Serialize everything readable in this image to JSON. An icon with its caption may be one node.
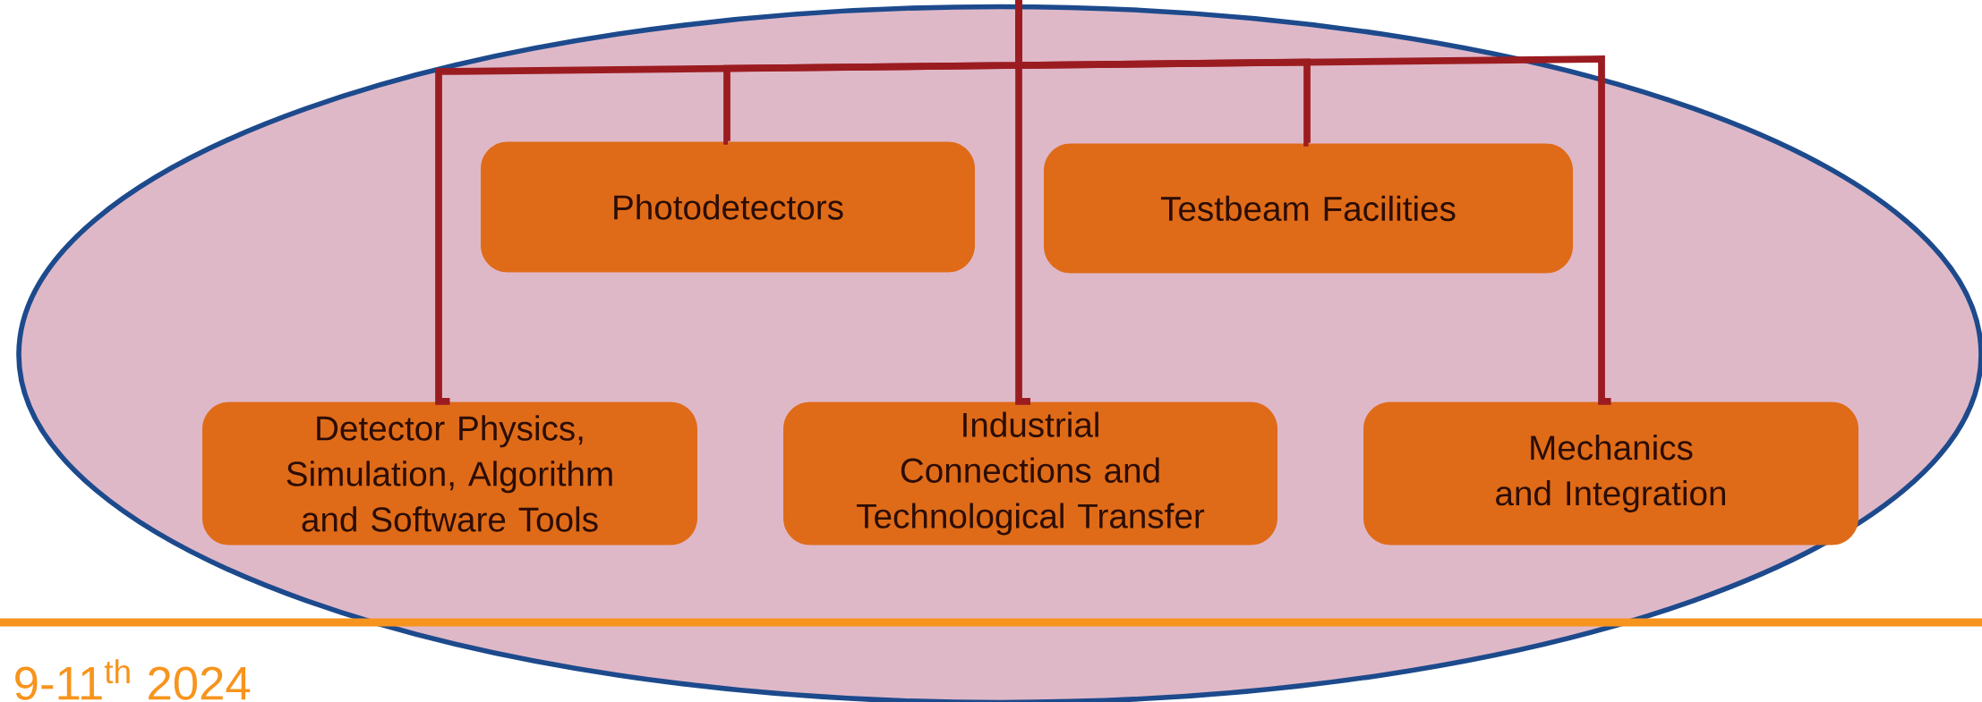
{
  "diagram": {
    "nodes": [
      {
        "text": [],
        "shape": "ellipse"
      },
      {
        "text": [
          "Photodetectors"
        ],
        "in": 0
      },
      {
        "text": [
          "Testbeam Facilities"
        ],
        "in": 0
      },
      {
        "text": [
          "Detector Physics, Simulation, Algorithm and Software Tools"
        ],
        "in": 0
      },
      {
        "text": [
          "Industrial Connections and Technological Transfer"
        ],
        "in": 0
      },
      {
        "text": [
          "Mechanics and Integration"
        ],
        "in": 0
      }
    ],
    "edges": [
      {
        "from": null,
        "to": 3,
        "arrow": "none"
      },
      {
        "from": null,
        "to": 1,
        "arrow": "none"
      },
      {
        "from": null,
        "to": 4,
        "arrow": "none"
      },
      {
        "from": null,
        "to": 2,
        "arrow": "none"
      },
      {
        "from": null,
        "to": 5,
        "arrow": "none"
      }
    ],
    "labels": [
      "9-11$^{th}$ 2024"
    ]
  }
}
